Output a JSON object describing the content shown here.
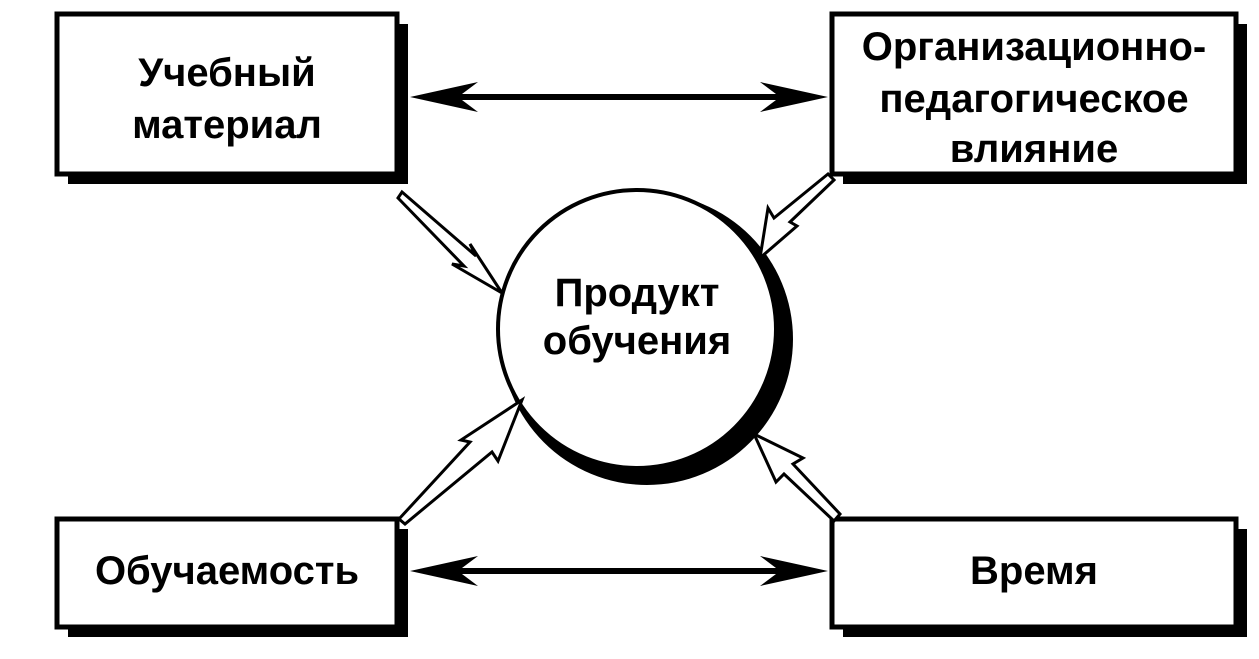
{
  "diagram": {
    "top_left": {
      "lines": [
        "Учебный",
        "материал"
      ]
    },
    "top_right": {
      "lines": [
        "Организационно-",
        "педагогическое",
        "влияние"
      ]
    },
    "center": {
      "lines": [
        "Продукт",
        "обучения"
      ]
    },
    "bottom_left": {
      "lines": [
        "Обучаемость"
      ]
    },
    "bottom_right": {
      "lines": [
        "Время"
      ]
    }
  },
  "colors": {
    "stroke": "#000000",
    "fill": "#ffffff"
  }
}
